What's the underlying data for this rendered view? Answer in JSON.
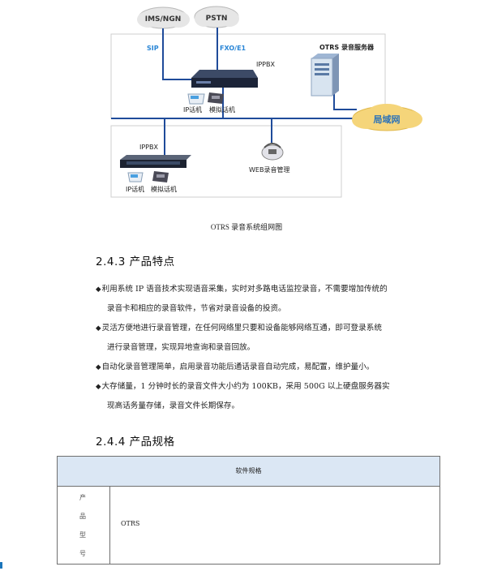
{
  "diagram": {
    "clouds": {
      "ims": "IMS/NGN",
      "pstn": "PSTN",
      "lan": "局域网"
    },
    "links": {
      "sip": "SIP",
      "fxo": "FXO/E1"
    },
    "devices": {
      "ippbx_main": "IPPBX",
      "otrs_server": "OTRS 录音服务器",
      "ip_phone_top": "IP话机",
      "analog_phone_top": "模拟话机",
      "ippbx_branch": "IPPBX",
      "web_mgmt": "WEB录音管理",
      "ip_phone_bottom": "IP话机",
      "analog_phone_bottom": "模拟话机"
    },
    "colors": {
      "line": "#1f4b9a",
      "cloud_fill": "#e6e6e6",
      "lan_cloud": "#f5d57a",
      "lan_text": "#2b72b8",
      "link_label": "#2a86d6"
    }
  },
  "caption": "OTRS 录音系统组网图",
  "sections": {
    "features_heading": "2.4.3  产品特点",
    "specs_heading": "2.4.4  产品规格"
  },
  "features": [
    {
      "bullet": "◆",
      "line1": "利用系统 IP 语音技术实现语音采集，实时对多路电话监控录音，不需要增加传统的",
      "line2": "录音卡和相应的录音软件，节省对录音设备的投资。"
    },
    {
      "bullet": "◆",
      "line1": "灵活方便地进行录音管理，在任何网络里只要和设备能够网络互通，即可登录系统",
      "line2": "进行录音管理，实现异地查询和录音回放。"
    },
    {
      "bullet": "◆",
      "line1": "自动化录音管理简单，启用录音功能后通话录音自动完成，易配置，维护量小。",
      "line2": ""
    },
    {
      "bullet": "◆",
      "line1": "大存储量，1 分钟时长的录音文件大小约为 100KB，采用 500G 以上硬盘服务器实",
      "line2": "现高话务量存储，录音文件长期保存。"
    }
  ],
  "spec_table": {
    "header": "软件规格",
    "row_label_chars": [
      "产",
      "品",
      "型",
      "号"
    ],
    "row_value": "OTRS",
    "header_bg": "#dbe7f4"
  }
}
